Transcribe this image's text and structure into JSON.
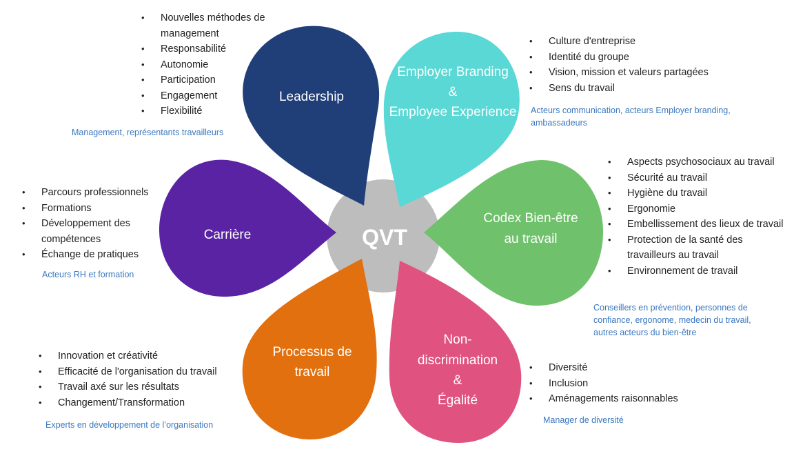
{
  "center": {
    "label": "QVT",
    "color": "#bdbdbd"
  },
  "petals": [
    {
      "id": "leadership",
      "label_lines": [
        "Leadership"
      ],
      "color": "#203f78",
      "items": [
        "Nouvelles méthodes de management",
        "Responsabilité",
        "Autonomie",
        "Participation",
        "Engagement",
        "Flexibilité"
      ],
      "actors": "Management, représentants travailleurs"
    },
    {
      "id": "employer-branding",
      "label_lines": [
        "Employer Branding",
        "&",
        "Employee Experience"
      ],
      "color": "#59d8d5",
      "items": [
        "Culture d'entreprise",
        "Identité du groupe",
        "Vision, mission et valeurs partagées",
        "Sens du travail"
      ],
      "actors": "Acteurs communication, acteurs Employer branding, ambassadeurs"
    },
    {
      "id": "carriere",
      "label_lines": [
        "Carrière"
      ],
      "color": "#5a23a3",
      "items": [
        "Parcours professionnels",
        "Formations",
        "Développement des compétences",
        "Échange de pratiques"
      ],
      "actors": "Acteurs RH et formation"
    },
    {
      "id": "codex-bien-etre",
      "label_lines": [
        "Codex Bien-être",
        "au travail"
      ],
      "color": "#6fc16b",
      "items": [
        "Aspects psychosociaux au travail",
        "Sécurité au travail",
        "Hygiène du travail",
        "Ergonomie",
        "Embellissement des lieux de travail",
        "Protection de la santé des travailleurs au travail",
        "Environnement de travail"
      ],
      "actors": "Conseillers en prévention, personnes de confiance, ergonome, medecin du travail, autres acteurs du bien-être"
    },
    {
      "id": "processus-de-travail",
      "label_lines": [
        "Processus de",
        "travail"
      ],
      "color": "#e2700e",
      "items": [
        "Innovation et créativité",
        "Efficacité de l'organisation du travail",
        "Travail axé sur les résultats",
        "Changement/Transformation"
      ],
      "actors": "Experts en développement de l’organisation"
    },
    {
      "id": "non-discrimination",
      "label_lines": [
        "Non-",
        "discrimination",
        "&",
        "Égalité"
      ],
      "color": "#e0527f",
      "items": [
        "Diversité",
        "Inclusion",
        "Aménagements raisonnables"
      ],
      "actors": "Manager de diversité"
    }
  ]
}
